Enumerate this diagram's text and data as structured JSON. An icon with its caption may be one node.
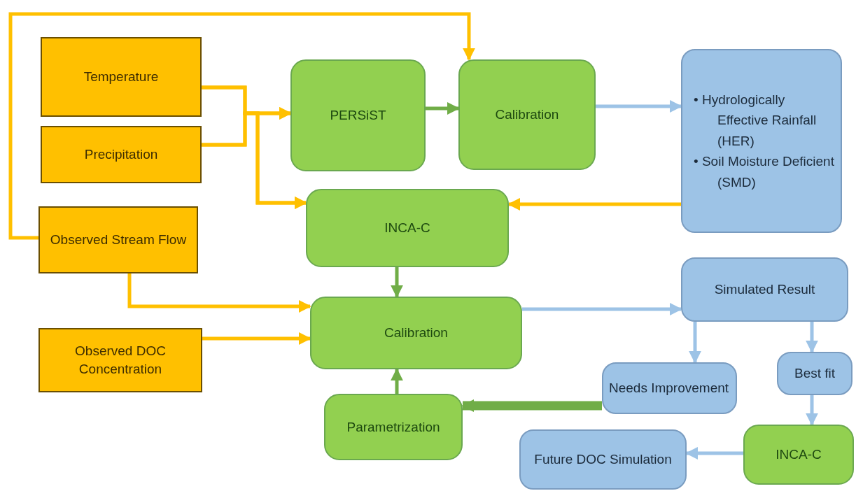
{
  "diagram": {
    "nodes": [
      {
        "text": [
          "Temperature"
        ]
      },
      {
        "text": [
          "Precipitation"
        ]
      },
      {
        "text": [
          "Observed Stream Flow"
        ]
      },
      {
        "text": [
          "Observed DOC Concentration"
        ]
      },
      {
        "text": [
          "PERSiST"
        ]
      },
      {
        "text": [
          "Calibration"
        ]
      },
      {
        "text": [
          "• Hydrologically Effective Rainfall (HER)",
          "• Soil Moisture Deficient (SMD)"
        ]
      },
      {
        "text": [
          "INCA-C"
        ]
      },
      {
        "text": [
          "Calibration"
        ]
      },
      {
        "text": [
          "Simulated Result"
        ]
      },
      {
        "text": [
          "Needs Improvement"
        ]
      },
      {
        "text": [
          "Best fit"
        ]
      },
      {
        "text": [
          "Parametrization"
        ]
      },
      {
        "text": [
          "Future DOC Simulation"
        ]
      },
      {
        "text": [
          "INCA-C"
        ]
      }
    ],
    "edges": [
      {
        "from": 0,
        "to": 4,
        "arrow": "to"
      },
      {
        "from": 1,
        "to": 4,
        "arrow": "to"
      },
      {
        "from": 0,
        "to": 7,
        "arrow": "to"
      },
      {
        "from": 1,
        "to": 7,
        "arrow": "to"
      },
      {
        "from": 2,
        "to": 5,
        "arrow": "to"
      },
      {
        "from": 2,
        "to": 8,
        "arrow": "to"
      },
      {
        "from": 3,
        "to": 8,
        "arrow": "to"
      },
      {
        "from": 4,
        "to": 5,
        "arrow": "to",
        "color": "#70ad47"
      },
      {
        "from": 5,
        "to": 6,
        "arrow": "to",
        "color": "#9dc3e6"
      },
      {
        "from": 6,
        "to": 7,
        "arrow": "to"
      },
      {
        "from": 7,
        "to": 8,
        "arrow": "to",
        "color": "#70ad47"
      },
      {
        "from": 12,
        "to": 8,
        "arrow": "to",
        "color": "#70ad47"
      },
      {
        "from": 8,
        "to": 9,
        "arrow": "to",
        "color": "#9dc3e6"
      },
      {
        "from": 9,
        "to": 10,
        "arrow": "to",
        "color": "#9dc3e6"
      },
      {
        "from": 9,
        "to": 11,
        "arrow": "to",
        "color": "#9dc3e6"
      },
      {
        "from": 11,
        "to": 14,
        "arrow": "to",
        "color": "#9dc3e6"
      },
      {
        "from": 14,
        "to": 13,
        "arrow": "to",
        "color": "#9dc3e6"
      },
      {
        "from": 10,
        "to": 12,
        "arrow": "to",
        "style": "thick",
        "color": "#70ad47"
      }
    ]
  }
}
